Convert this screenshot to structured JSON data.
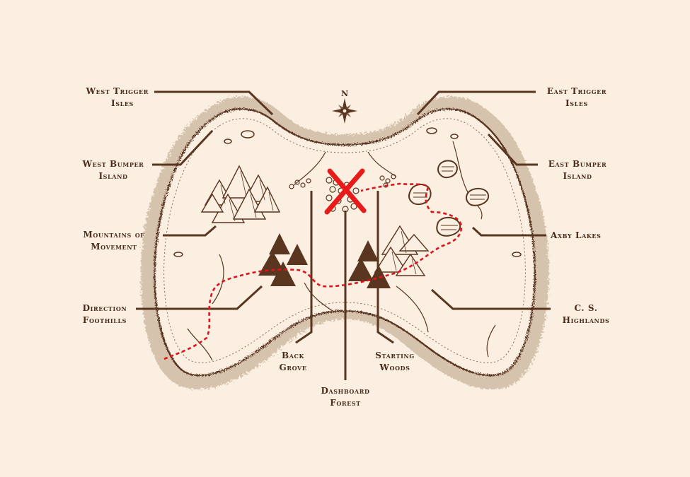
{
  "map": {
    "compass": "N",
    "labels": {
      "west_trigger": [
        "West Trigger",
        "Isles"
      ],
      "west_bumper": [
        "West Bumper",
        "Island"
      ],
      "mountains": [
        "Mountains of",
        "Movement"
      ],
      "direction": [
        "Direction",
        "Foothills"
      ],
      "back_grove": [
        "Back",
        "Grove"
      ],
      "dashboard": [
        "Dashboard",
        "Forest"
      ],
      "starting": [
        "Starting",
        "Woods"
      ],
      "east_trigger": [
        "East Trigger",
        "Isles"
      ],
      "east_bumper": [
        "East Bumper",
        "Island"
      ],
      "axby": [
        "Axby Lakes"
      ],
      "cs_highlands": [
        "C. S.",
        "Highlands"
      ]
    },
    "colors": {
      "background": "#fbefe2",
      "ink": "#5a3520",
      "path": "#e0141a",
      "treasure_mark": "#e81a1a",
      "land": "#fbefe2",
      "shading": "#cdb9a4"
    }
  }
}
